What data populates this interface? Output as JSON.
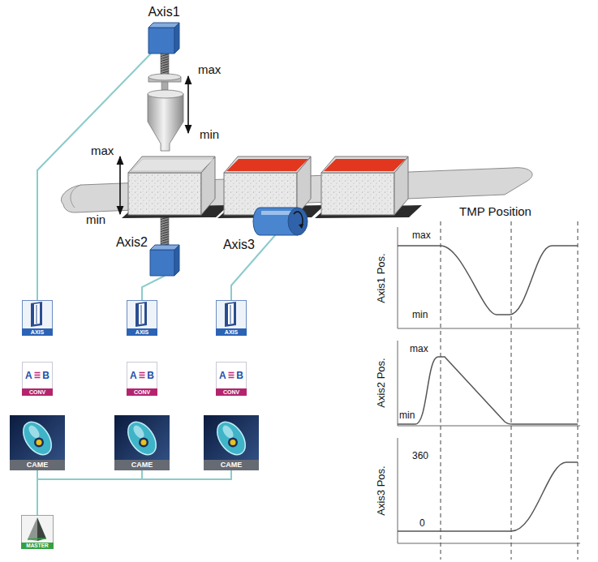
{
  "diagram": {
    "nodes": [
      {
        "text": [
          "Axis1"
        ]
      },
      {
        "text": [
          "Axis2"
        ]
      },
      {
        "text": [
          "Axis3"
        ]
      },
      {
        "text": [
          "AXIS"
        ]
      },
      {
        "text": [
          "AXIS"
        ]
      },
      {
        "text": [
          "AXIS"
        ]
      },
      {
        "text": [
          "A",
          "B",
          "CONV"
        ]
      },
      {
        "text": [
          "A",
          "B",
          "CONV"
        ]
      },
      {
        "text": [
          "A",
          "B",
          "CONV"
        ]
      },
      {
        "text": [
          "CAME"
        ]
      },
      {
        "text": [
          "CAME"
        ]
      },
      {
        "text": [
          "CAME"
        ]
      },
      {
        "text": [
          "MASTER"
        ]
      }
    ],
    "edges": [
      {
        "from": 0,
        "to": 3,
        "arrow": "none"
      },
      {
        "from": 1,
        "to": 4,
        "arrow": "none"
      },
      {
        "from": 2,
        "to": 5,
        "arrow": "none"
      },
      {
        "from": 12,
        "to": 9,
        "arrow": "none"
      },
      {
        "from": 12,
        "to": 10,
        "arrow": "none"
      },
      {
        "from": 12,
        "to": 11,
        "arrow": "none"
      }
    ],
    "labels": [
      "max",
      "min",
      "max",
      "min",
      "TMP Position",
      "Axis1 Pos.",
      "max",
      "min",
      "Axis2 Pos.",
      "max",
      "min",
      "Axis3 Pos.",
      "360",
      "0"
    ]
  }
}
